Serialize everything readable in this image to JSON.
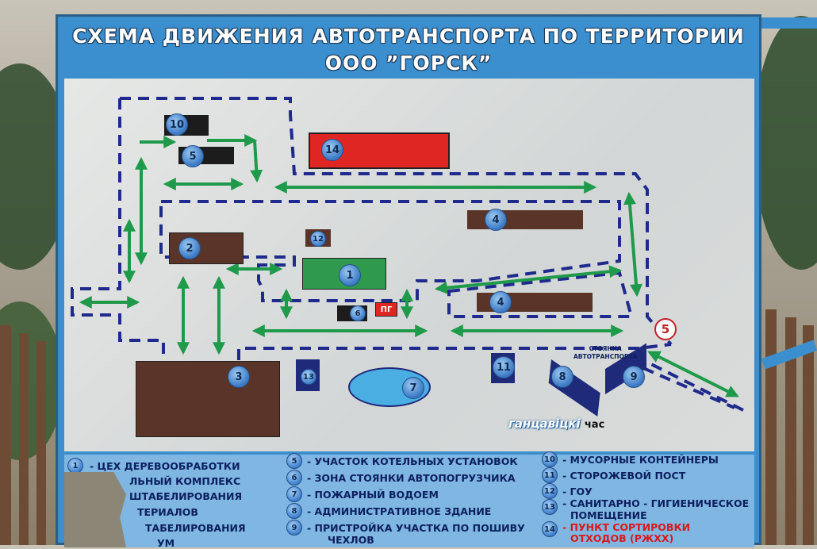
{
  "board": {
    "title_line1": "СХЕМА ДВИЖЕНИЯ АВТОТРАНСПОРТА ПО ТЕРРИТОРИИ",
    "title_line2": "ООО ”ГОРСК”"
  },
  "map": {
    "pg_label": "ПГ",
    "parking_label_line1": "СТОЯНКА",
    "parking_label_line2": "АВТОТРАНСПОРТА",
    "gate_number": "5",
    "watermark_part1": "ганцавіцкі",
    "watermark_part2": "час",
    "markers": {
      "m1": "1",
      "m2": "2",
      "m3": "3",
      "m4a": "4",
      "m4b": "4",
      "m5": "5",
      "m6": "6",
      "m7": "7",
      "m8": "8",
      "m9": "9",
      "m10": "10",
      "m11": "11",
      "m12": "12",
      "m13": "13",
      "m14": "14"
    }
  },
  "legend": {
    "col1": [
      {
        "num": "1",
        "text": "- ЦЕХ ДЕРЕВООБРАБОТКИ"
      },
      {
        "num": "",
        "text": "ЛЬНЫЙ КОМПЛЕКС"
      },
      {
        "num": "",
        "text": "ШТАБЕЛИРОВАНИЯ"
      },
      {
        "num": "",
        "text": "ТЕРИАЛОВ"
      },
      {
        "num": "",
        "text": "ТАБЕЛИРОВАНИЯ"
      },
      {
        "num": "",
        "text": "УМ"
      }
    ],
    "col2": [
      {
        "num": "5",
        "text": "- УЧАСТОК КОТЕЛЬНЫХ УСТАНОВОК"
      },
      {
        "num": "6",
        "text": "- ЗОНА СТОЯНКИ АВТОПОГРУЗЧИКА"
      },
      {
        "num": "7",
        "text": "- ПОЖАРНЫЙ ВОДОЕМ"
      },
      {
        "num": "8",
        "text": "- АДМИНИСТРАТИВНОЕ ЗДАНИЕ"
      },
      {
        "num": "9",
        "text": "- ПРИСТРОЙКА УЧАСТКА ПО ПОШИВУ"
      },
      {
        "num": "",
        "text": "ЧЕХЛОВ"
      }
    ],
    "col3": [
      {
        "num": "10",
        "text": "- МУСОРНЫЕ КОНТЕЙНЕРЫ"
      },
      {
        "num": "11",
        "text": "- СТОРОЖЕВОЙ ПОСТ"
      },
      {
        "num": "12",
        "text": "- ГОУ"
      },
      {
        "num": "13",
        "text": "- САНИТАРНО - ГИГИЕНИЧЕСКОЕ"
      },
      {
        "num": "",
        "text": "ПОМЕЩЕНИЕ"
      },
      {
        "num": "14",
        "text": "- ПУНКТ СОРТИРОВКИ"
      },
      {
        "num": "",
        "text": "ОТХОДОВ (РЖХХ)"
      }
    ]
  },
  "colors": {
    "board_blue": "#3b8fce",
    "route_dash": "#1f2a8c",
    "arrow_green": "#1f9a4a",
    "building_brown": "#5a3428",
    "building_red": "#e02623",
    "building_green": "#2f9a4d",
    "building_dark": "#1c1c1c",
    "navy_block": "#1f2a7a"
  }
}
